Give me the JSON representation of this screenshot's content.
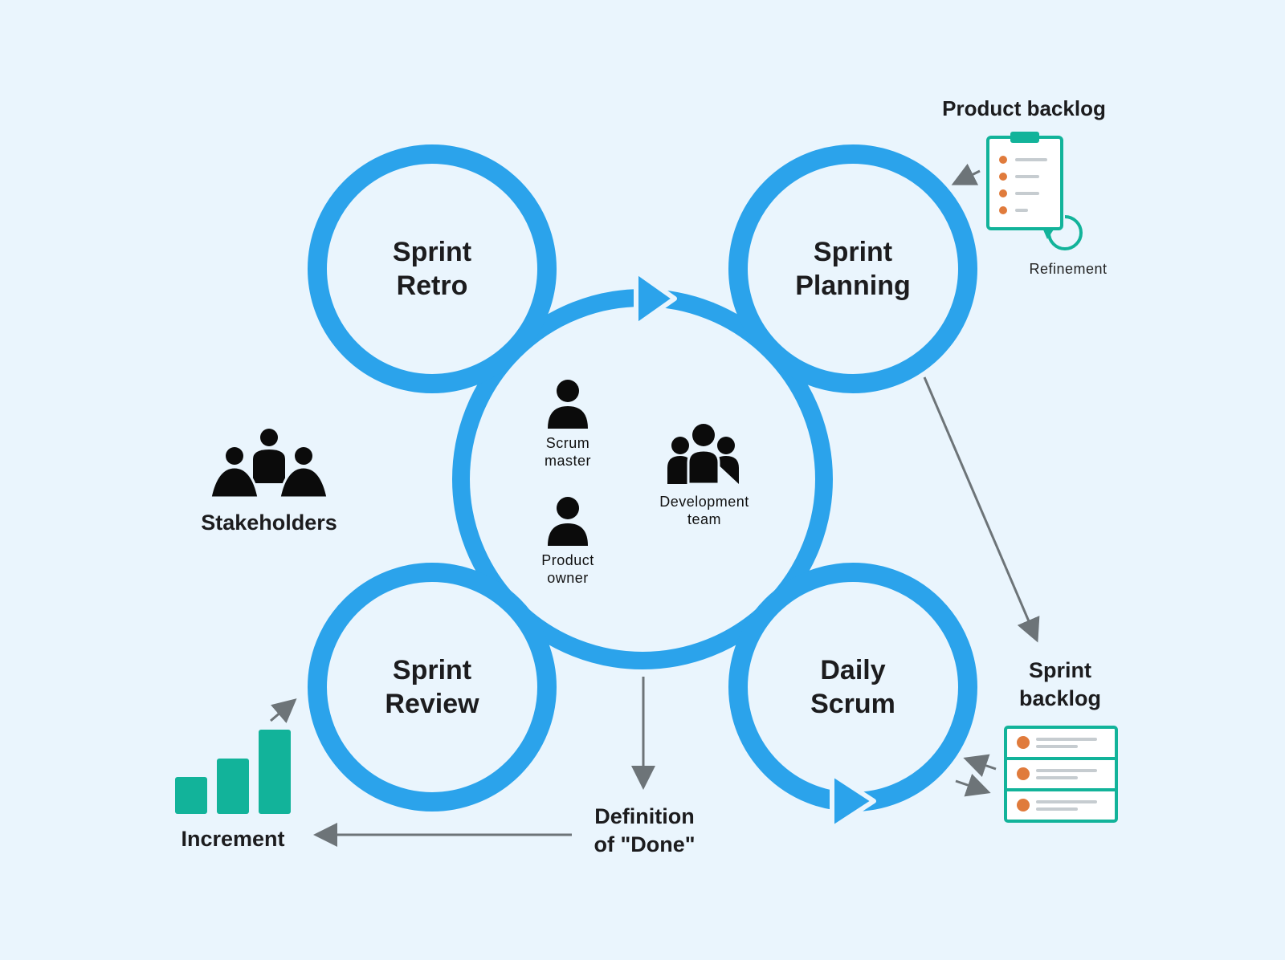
{
  "events": {
    "retro": "Sprint\nRetro",
    "planning": "Sprint\nPlanning",
    "review": "Sprint\nReview",
    "daily": "Daily\nScrum"
  },
  "roles": {
    "scrum_master": "Scrum\nmaster",
    "product_owner": "Product\nowner",
    "development_team": "Development\nteam"
  },
  "artifacts": {
    "product_backlog": "Product backlog",
    "refinement": "Refinement",
    "sprint_backlog": "Sprint\nbacklog",
    "increment": "Increment",
    "definition_of_done": "Definition\nof \"Done\""
  },
  "stakeholders": "Stakeholders",
  "colors": {
    "ring": "#2ba3eb",
    "teal": "#12b39a",
    "bullet": "#e07b3c",
    "arrow": "#6d7478",
    "background": "#eaf5fd"
  }
}
